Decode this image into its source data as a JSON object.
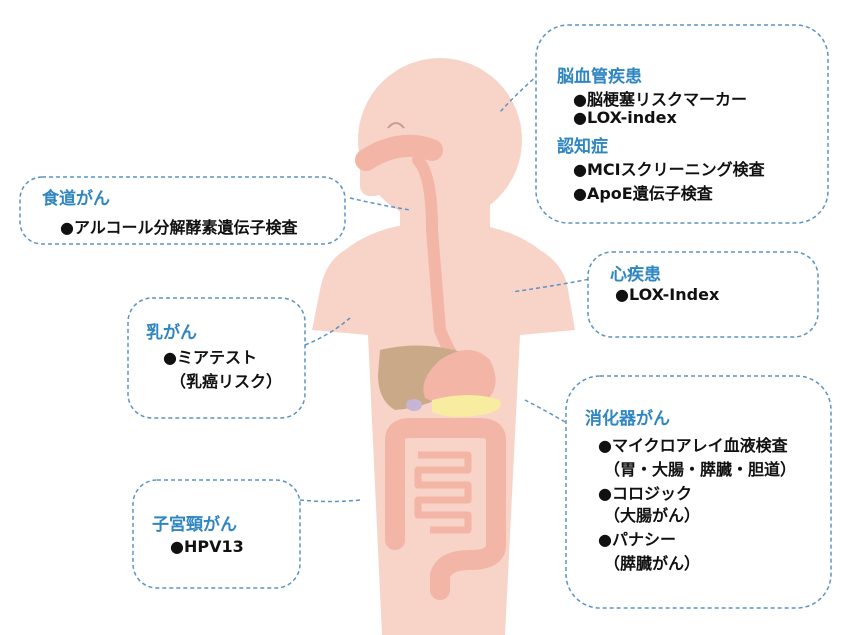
{
  "colors": {
    "title": "#2f86c1",
    "body_skin": "#f8d3c8",
    "organ": "#f2b5a6",
    "liver": "#c9a987",
    "pancreas": "#f7ec9f",
    "gallbladder": "#c7b5d6",
    "dashed_line": "#5b93c6"
  },
  "callouts": {
    "brain": {
      "title1": "脳血管疾患",
      "item1": "●脳梗塞リスクマーカー",
      "item2": "●LOX-index",
      "title2": "認知症",
      "item3": "●MCIスクリーニング検査",
      "item4": "●ApoE遺伝子検査"
    },
    "esophagus": {
      "title": "食道がん",
      "item1": "●アルコール分解酵素遺伝子検査"
    },
    "heart": {
      "title": "心疾患",
      "item1": "●LOX-Index"
    },
    "breast": {
      "title": "乳がん",
      "item1": "●ミアテスト",
      "item2": "（乳癌リスク）"
    },
    "digestive": {
      "title": "消化器がん",
      "item1": "●マイクロアレイ血液検査",
      "item2": "（胃・大腸・膵臓・胆道）",
      "item3": "●コロジック",
      "item4": "（大腸がん）",
      "item5": "●パナシー",
      "item6": "（膵臓がん）"
    },
    "cervical": {
      "title": "子宮頸がん",
      "item1": "●HPV13"
    }
  }
}
